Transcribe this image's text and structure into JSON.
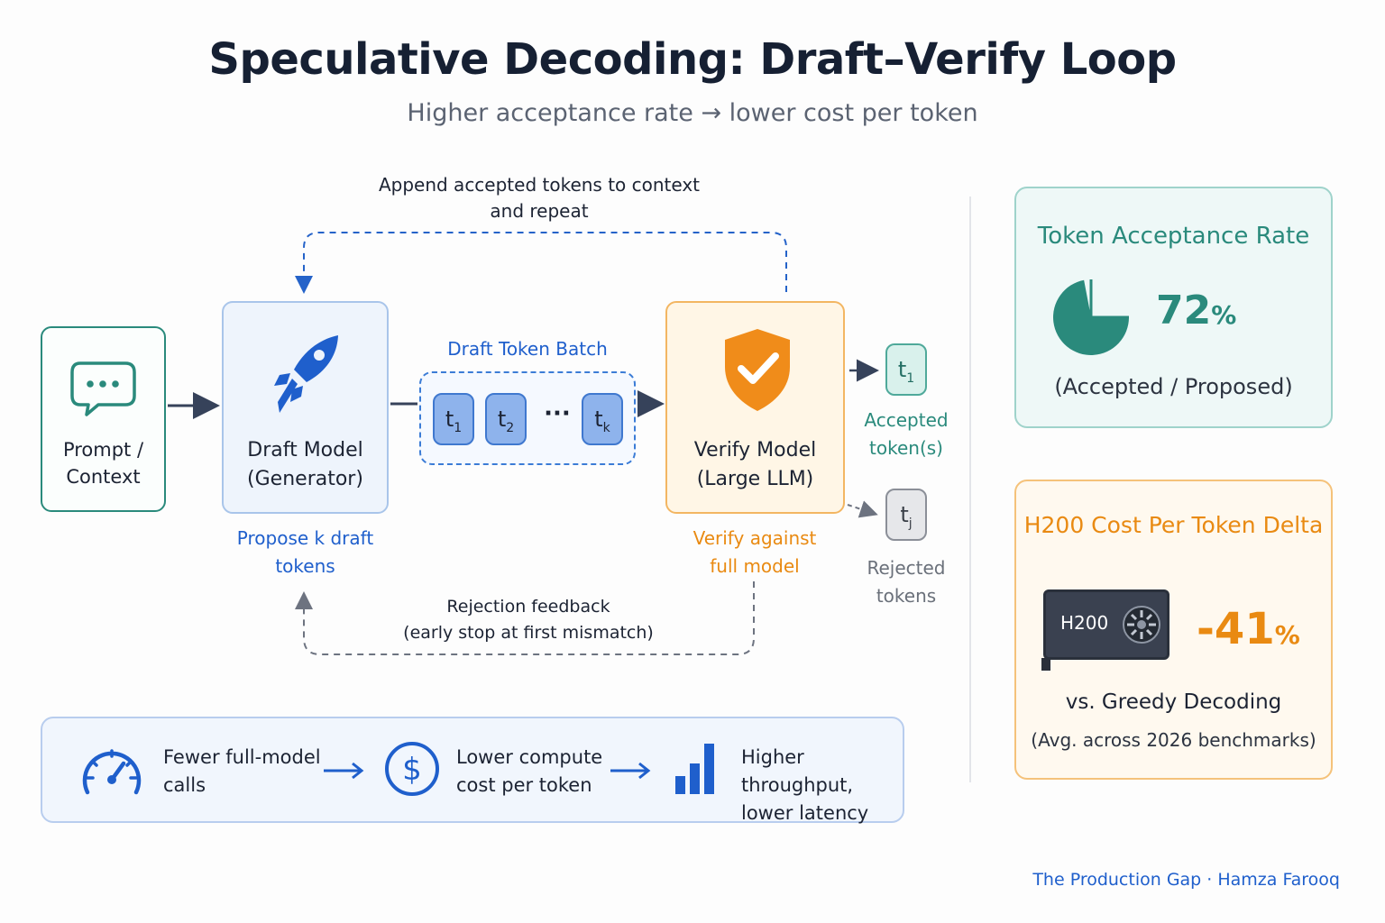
{
  "title": "Speculative Decoding: Draft–Verify Loop",
  "subtitle": "Higher acceptance rate → lower cost per token",
  "loop": {
    "append_line1": "Append accepted tokens to context",
    "append_line2": "and repeat",
    "rejection_line1": "Rejection feedback",
    "rejection_line2": "(early stop at first mismatch)"
  },
  "prompt": {
    "line1": "Prompt /",
    "line2": "Context"
  },
  "draft": {
    "line1": "Draft Model",
    "line2": "(Generator)",
    "caption_line1": "Propose k draft",
    "caption_line2": "tokens"
  },
  "batch": {
    "label": "Draft Token Batch",
    "tokens": [
      {
        "base": "t",
        "sub": "1"
      },
      {
        "base": "t",
        "sub": "2"
      },
      {
        "base": "t",
        "sub": "k"
      }
    ],
    "ellipsis": "···"
  },
  "verify": {
    "line1": "Verify Model",
    "line2": "(Large LLM)",
    "caption_line1": "Verify against",
    "caption_line2": "full model"
  },
  "accepted": {
    "token_base": "t",
    "token_sub": "1",
    "line1": "Accepted",
    "line2": "token(s)"
  },
  "rejected": {
    "token_base": "t",
    "token_sub": "j",
    "line1": "Rejected",
    "line2": "tokens"
  },
  "benefits": [
    {
      "icon": "speedometer-icon",
      "line1": "Fewer full-model",
      "line2": "calls"
    },
    {
      "icon": "dollar-icon",
      "line1": "Lower compute",
      "line2": "cost per token"
    },
    {
      "icon": "bar-chart-icon",
      "line1": "Higher throughput,",
      "line2": "lower latency"
    }
  ],
  "acceptance_card": {
    "title": "Token Acceptance Rate",
    "value": "72",
    "unit": "%",
    "fraction": 0.72,
    "caption": "(Accepted / Proposed)"
  },
  "cost_card": {
    "title": "H200 Cost Per Token Delta",
    "gpu_label": "H200",
    "value": "-41",
    "unit": "%",
    "caption1": "vs. Greedy Decoding",
    "caption2": "(Avg. across 2026 benchmarks)"
  },
  "footer": "The Production Gap · Hamza Farooq",
  "colors": {
    "teal": "#2a8a7c",
    "blue": "#1f5fcc",
    "orange": "#e98a12",
    "grey": "#6a707a"
  }
}
